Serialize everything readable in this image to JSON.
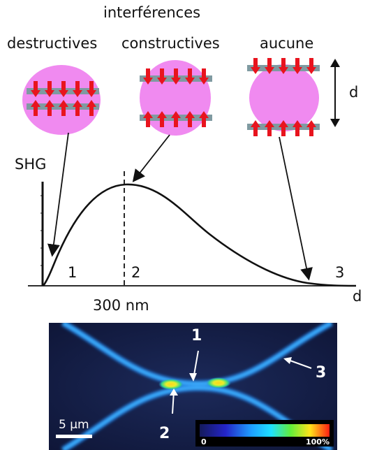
{
  "header": {
    "top": "interférences",
    "destructive": "destructives",
    "constructive": "constructives",
    "none": "aucune",
    "d_label": "d"
  },
  "plot": {
    "ylabel": "SHG",
    "xlabel": "d",
    "marker": "300 nm",
    "region_1": "1",
    "region_2": "2",
    "region_3": "3"
  },
  "image": {
    "scalebar": "5 µm",
    "cbar_min": "0",
    "cbar_max": "100%",
    "ann_1": "1",
    "ann_2": "2",
    "ann_3": "3"
  },
  "colors": {
    "pink": "#f08af0",
    "arrow_red": "#e8141e",
    "bar_gray": "#7f9aa1"
  }
}
